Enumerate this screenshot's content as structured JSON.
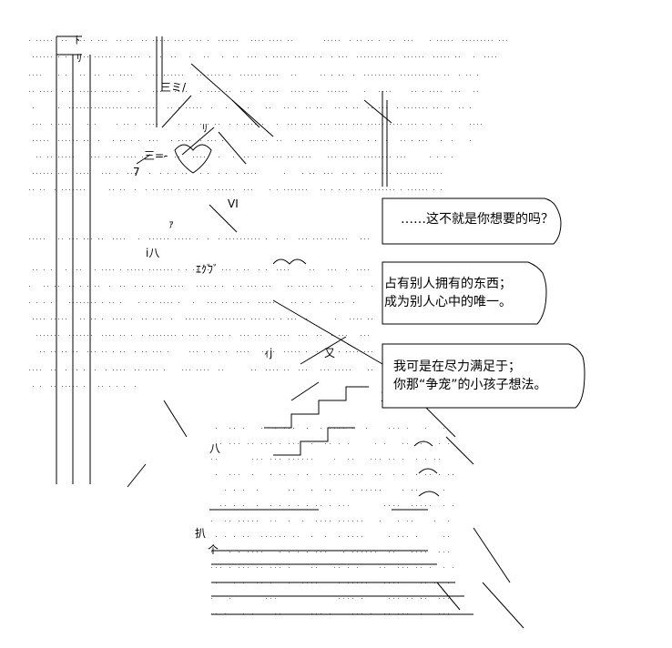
{
  "bubbles": [
    {
      "lines": [
        "……这不就是你想要的吗？"
      ]
    },
    {
      "lines": [
        "占有别人拥有的东西；",
        "成为别人心中的唯一。"
      ]
    },
    {
      "lines": [
        "我可是在尽力满足于；",
        "你那“争宠”的小孩子想法。"
      ]
    }
  ],
  "art_text": {
    "label_1": "ﾄ",
    "label_2": "ﾘ",
    "label_3": "三ミ/",
    "label_4": "三=-",
    "label_5": "ﾘ",
    "label_6": "7",
    "label_7": "VI",
    "label_8": "ｧ",
    "label_9": "i八",
    "label_10": "ｴｸﾞ",
    "label_11": "ﾌﾞ",
    "label_12": "ｨj",
    "label_13": "又",
    "label_14": "又",
    "label_15": "八",
    "label_16": "扒",
    "label_17": "个"
  }
}
